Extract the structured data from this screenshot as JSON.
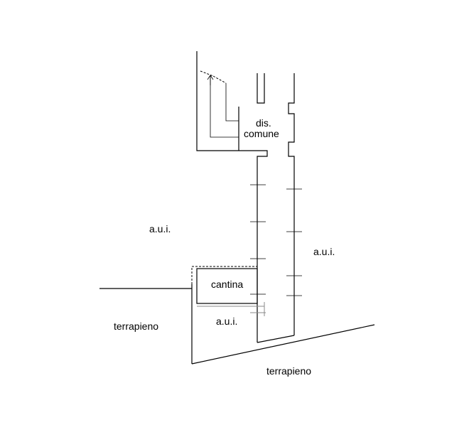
{
  "labels": {
    "dis": "dis.",
    "comune": "comune",
    "aui_left": "a.u.i.",
    "aui_right": "a.u.i.",
    "aui_bottom": "a.u.i.",
    "cantina": "cantina",
    "terrapieno_left": "terrapieno",
    "terrapieno_bottom": "terrapieno"
  }
}
